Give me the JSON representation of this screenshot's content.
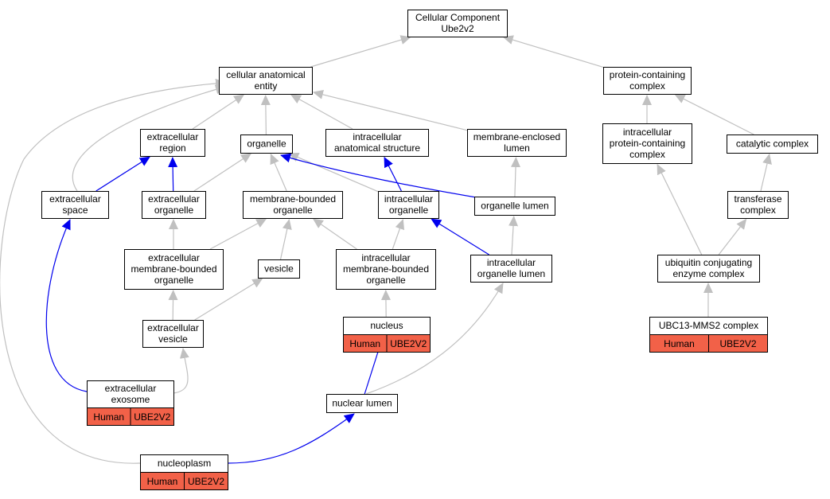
{
  "colors": {
    "is_a_edge": "#c0c0c0",
    "part_of_edge": "#0000ee",
    "annotation_fill": "#f26148",
    "node_border": "#000000"
  },
  "nodes": {
    "root": [
      "Cellular Component",
      "Ube2v2"
    ],
    "cae": [
      "cellular anatomical",
      "entity"
    ],
    "pcc": [
      "protein-containing",
      "complex"
    ],
    "ecr": [
      "extracellular",
      "region"
    ],
    "org": [
      "organelle"
    ],
    "ias": [
      "intracellular",
      "anatomical structure"
    ],
    "mel": [
      "membrane-enclosed",
      "lumen"
    ],
    "ipcc": [
      "intracellular",
      "protein-containing",
      "complex"
    ],
    "cat": [
      "catalytic complex"
    ],
    "ecs": [
      "extracellular",
      "space"
    ],
    "eco": [
      "extracellular",
      "organelle"
    ],
    "mbo": [
      "membrane-bounded",
      "organelle"
    ],
    "io": [
      "intracellular",
      "organelle"
    ],
    "ol": [
      "organelle lumen"
    ],
    "tc": [
      "transferase",
      "complex"
    ],
    "embo": [
      "extracellular",
      "membrane-bounded",
      "organelle"
    ],
    "ves": [
      "vesicle"
    ],
    "imbo": [
      "intracellular",
      "membrane-bounded",
      "organelle"
    ],
    "iol": [
      "intracellular",
      "organelle lumen"
    ],
    "ucec": [
      "ubiquitin conjugating",
      "enzyme complex"
    ],
    "ev": [
      "extracellular",
      "vesicle"
    ],
    "nuc": [
      "nucleus"
    ],
    "ubc": [
      "UBC13-MMS2 complex"
    ],
    "exo": [
      "extracellular",
      "exosome"
    ],
    "nl": [
      "nuclear lumen"
    ],
    "np": [
      "nucleoplasm"
    ]
  },
  "annotations": {
    "nuc": [
      "Human",
      "UBE2V2"
    ],
    "ubc": [
      "Human",
      "UBE2V2"
    ],
    "exo": [
      "Human",
      "UBE2V2"
    ],
    "np": [
      "Human",
      "UBE2V2"
    ]
  },
  "edges": [
    {
      "from": "cae",
      "to": "root",
      "type": "is_a"
    },
    {
      "from": "pcc",
      "to": "root",
      "type": "is_a"
    },
    {
      "from": "ecr",
      "to": "cae",
      "type": "is_a"
    },
    {
      "from": "org",
      "to": "cae",
      "type": "is_a"
    },
    {
      "from": "ias",
      "to": "cae",
      "type": "is_a"
    },
    {
      "from": "mel",
      "to": "cae",
      "type": "is_a"
    },
    {
      "from": "ecs",
      "to": "cae",
      "type": "is_a"
    },
    {
      "from": "np",
      "to": "cae",
      "type": "is_a"
    },
    {
      "from": "ipcc",
      "to": "pcc",
      "type": "is_a"
    },
    {
      "from": "cat",
      "to": "pcc",
      "type": "is_a"
    },
    {
      "from": "ecs",
      "to": "ecr",
      "type": "part_of"
    },
    {
      "from": "eco",
      "to": "ecr",
      "type": "part_of"
    },
    {
      "from": "eco",
      "to": "org",
      "type": "is_a"
    },
    {
      "from": "mbo",
      "to": "org",
      "type": "is_a"
    },
    {
      "from": "io",
      "to": "org",
      "type": "is_a"
    },
    {
      "from": "ol",
      "to": "org",
      "type": "part_of"
    },
    {
      "from": "io",
      "to": "ias",
      "type": "part_of"
    },
    {
      "from": "ol",
      "to": "mel",
      "type": "is_a"
    },
    {
      "from": "tc",
      "to": "cat",
      "type": "is_a"
    },
    {
      "from": "ucec",
      "to": "ipcc",
      "type": "is_a"
    },
    {
      "from": "ucec",
      "to": "tc",
      "type": "is_a"
    },
    {
      "from": "embo",
      "to": "eco",
      "type": "is_a"
    },
    {
      "from": "embo",
      "to": "mbo",
      "type": "is_a"
    },
    {
      "from": "ves",
      "to": "mbo",
      "type": "is_a"
    },
    {
      "from": "imbo",
      "to": "mbo",
      "type": "is_a"
    },
    {
      "from": "imbo",
      "to": "io",
      "type": "is_a"
    },
    {
      "from": "iol",
      "to": "io",
      "type": "part_of"
    },
    {
      "from": "iol",
      "to": "ol",
      "type": "is_a"
    },
    {
      "from": "ev",
      "to": "embo",
      "type": "is_a"
    },
    {
      "from": "ev",
      "to": "ves",
      "type": "is_a"
    },
    {
      "from": "nuc",
      "to": "imbo",
      "type": "is_a"
    },
    {
      "from": "ubc",
      "to": "ucec",
      "type": "is_a"
    },
    {
      "from": "exo",
      "to": "ev",
      "type": "is_a"
    },
    {
      "from": "exo",
      "to": "ecs",
      "type": "part_of"
    },
    {
      "from": "nl",
      "to": "nuc",
      "type": "part_of"
    },
    {
      "from": "nl",
      "to": "iol",
      "type": "is_a"
    },
    {
      "from": "np",
      "to": "nl",
      "type": "part_of"
    }
  ]
}
